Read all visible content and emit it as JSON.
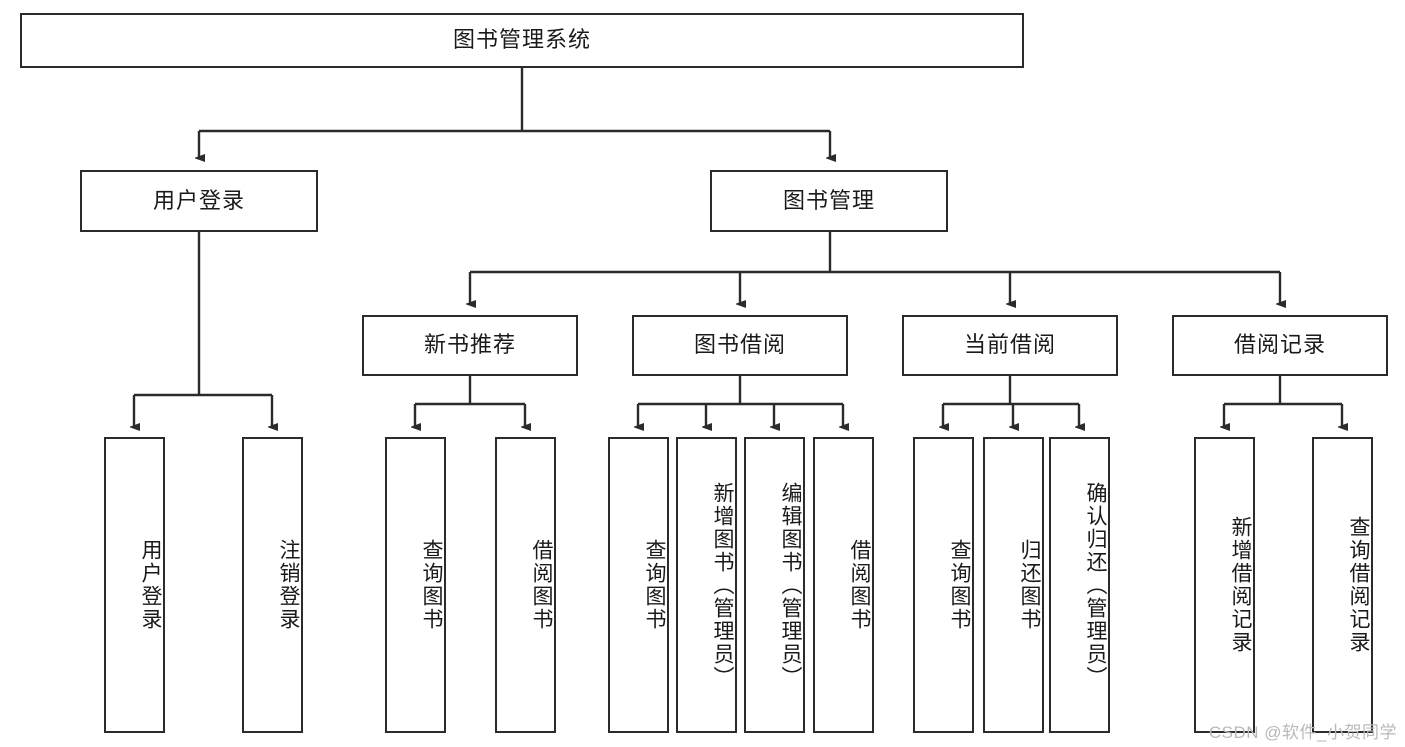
{
  "diagram": {
    "type": "tree-hierarchy",
    "title": "图书管理系统",
    "orientation": "top-down",
    "colors": {
      "box_border": "#2b2b2b",
      "box_fill": "#ffffff",
      "edge": "#2b2b2b",
      "text": "#1a1a1a",
      "watermark": "#b9b9b9",
      "background": "#ffffff"
    },
    "levels": {
      "root": {
        "label": "图书管理系统"
      },
      "level2": [
        {
          "id": "user-login",
          "label": "用户登录"
        },
        {
          "id": "book-management",
          "label": "图书管理"
        }
      ],
      "level3": [
        {
          "id": "new-book-recommend",
          "label": "新书推荐",
          "parent": "book-management"
        },
        {
          "id": "book-borrow",
          "label": "图书借阅",
          "parent": "book-management"
        },
        {
          "id": "current-borrow",
          "label": "当前借阅",
          "parent": "book-management"
        },
        {
          "id": "borrow-record",
          "label": "借阅记录",
          "parent": "book-management"
        }
      ],
      "leaves": {
        "user-login": [
          {
            "id": "leaf-user-login",
            "label": "用户登录"
          },
          {
            "id": "leaf-user-logout",
            "label": "注销登录"
          }
        ],
        "new-book-recommend": [
          {
            "id": "leaf-query-book-1",
            "label": "查询图书"
          },
          {
            "id": "leaf-borrow-book-1",
            "label": "借阅图书"
          }
        ],
        "book-borrow": [
          {
            "id": "leaf-query-book-2",
            "label": "查询图书"
          },
          {
            "id": "leaf-add-book",
            "label": "新增图书（管理员）"
          },
          {
            "id": "leaf-edit-book",
            "label": "编辑图书（管理员）"
          },
          {
            "id": "leaf-borrow-book-2",
            "label": "借阅图书"
          }
        ],
        "current-borrow": [
          {
            "id": "leaf-query-book-3",
            "label": "查询图书"
          },
          {
            "id": "leaf-return-book",
            "label": "归还图书"
          },
          {
            "id": "leaf-confirm-return",
            "label": "确认归还（管理员）"
          }
        ],
        "borrow-record": [
          {
            "id": "leaf-add-record",
            "label": "新增借阅记录"
          },
          {
            "id": "leaf-query-record",
            "label": "查询借阅记录"
          }
        ]
      }
    }
  },
  "watermark": {
    "text": "CSDN @软件_小贺同学"
  }
}
